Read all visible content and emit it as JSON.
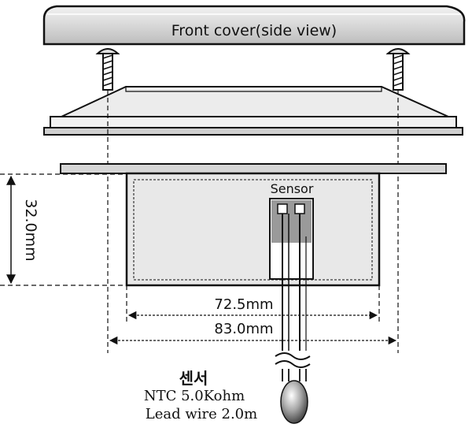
{
  "labels": {
    "front_cover": "Front cover(side view)",
    "sensor": "Sensor",
    "height_dim": "32.0mm",
    "inner_width_dim": "72.5mm",
    "outer_width_dim": "83.0mm",
    "korean_sensor": "센서",
    "ntc": "NTC 5.0Kohm",
    "lead_wire": "Lead wire 2.0m"
  },
  "colors": {
    "line": "#111111",
    "cover_fill": "#d4d4d4",
    "body_fill": "#e4e4e4",
    "sensor_dark": "#9a9a9a"
  }
}
